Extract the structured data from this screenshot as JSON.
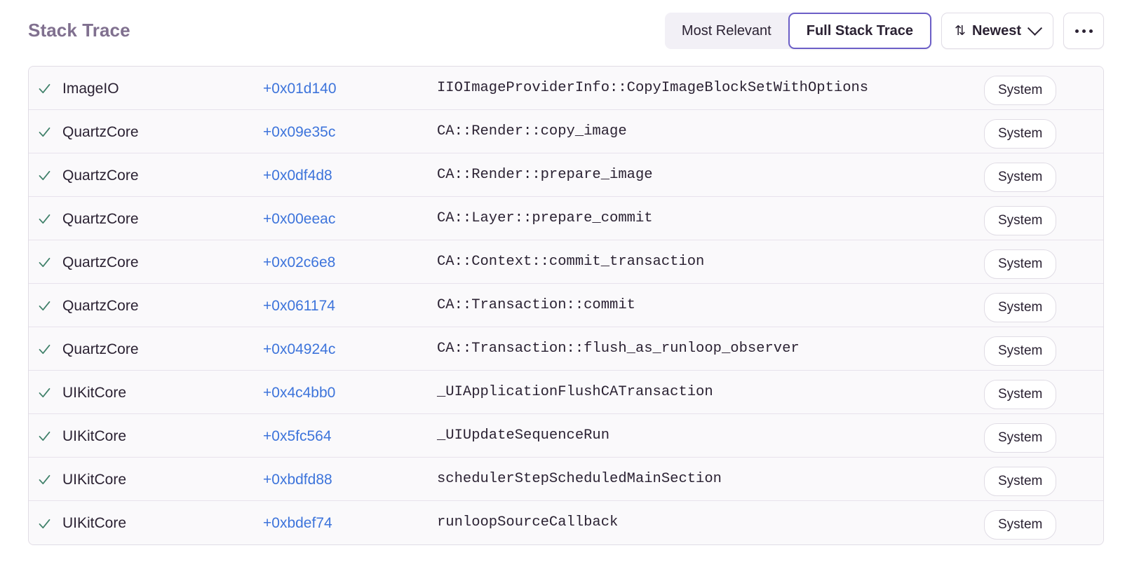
{
  "header": {
    "title": "Stack Trace",
    "view_options": [
      {
        "label": "Most Relevant",
        "active": false
      },
      {
        "label": "Full Stack Trace",
        "active": true
      }
    ],
    "sort": {
      "icon": "sort-arrows-icon",
      "label": "Newest",
      "chevron": "chevron-down-icon"
    },
    "overflow_menu": {
      "icon": "ellipsis-icon",
      "label": "..."
    }
  },
  "accent_colors": {
    "brand_purple": "#6c5fc7",
    "title_purple": "#80708f",
    "address_blue": "#3d74db",
    "check_green": "#3f8069",
    "row_background": "#faf9fb",
    "border": "#e0dce5"
  },
  "frames": [
    {
      "status_icon": "check-icon",
      "package": "ImageIO",
      "address": "+0x01d140",
      "function": "IIOImageProviderInfo::CopyImageBlockSetWithOptions",
      "badge": "System"
    },
    {
      "status_icon": "check-icon",
      "package": "QuartzCore",
      "address": "+0x09e35c",
      "function": "CA::Render::copy_image",
      "badge": "System"
    },
    {
      "status_icon": "check-icon",
      "package": "QuartzCore",
      "address": "+0x0df4d8",
      "function": "CA::Render::prepare_image",
      "badge": "System"
    },
    {
      "status_icon": "check-icon",
      "package": "QuartzCore",
      "address": "+0x00eeac",
      "function": "CA::Layer::prepare_commit",
      "badge": "System"
    },
    {
      "status_icon": "check-icon",
      "package": "QuartzCore",
      "address": "+0x02c6e8",
      "function": "CA::Context::commit_transaction",
      "badge": "System"
    },
    {
      "status_icon": "check-icon",
      "package": "QuartzCore",
      "address": "+0x061174",
      "function": "CA::Transaction::commit",
      "badge": "System"
    },
    {
      "status_icon": "check-icon",
      "package": "QuartzCore",
      "address": "+0x04924c",
      "function": "CA::Transaction::flush_as_runloop_observer",
      "badge": "System"
    },
    {
      "status_icon": "check-icon",
      "package": "UIKitCore",
      "address": "+0x4c4bb0",
      "function": "_UIApplicationFlushCATransaction",
      "badge": "System"
    },
    {
      "status_icon": "check-icon",
      "package": "UIKitCore",
      "address": "+0x5fc564",
      "function": "_UIUpdateSequenceRun",
      "badge": "System"
    },
    {
      "status_icon": "check-icon",
      "package": "UIKitCore",
      "address": "+0xbdfd88",
      "function": "schedulerStepScheduledMainSection",
      "badge": "System"
    },
    {
      "status_icon": "check-icon",
      "package": "UIKitCore",
      "address": "+0xbdef74",
      "function": "runloopSourceCallback",
      "badge": "System"
    }
  ]
}
